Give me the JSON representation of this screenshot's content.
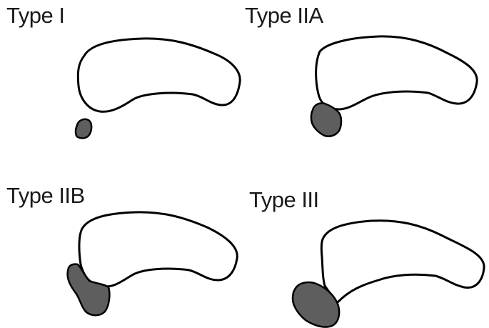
{
  "figure": {
    "panels": [
      {
        "label": "Type I",
        "lesion": "small separate nodule below outline"
      },
      {
        "label": "Type IIA",
        "lesion": "nodule abutting lower-left of outline"
      },
      {
        "label": "Type IIB",
        "lesion": "elongated mass along lower-left of outline"
      },
      {
        "label": "Type III",
        "lesion": "oval mass attached at lower-left end of outline"
      }
    ],
    "colors": {
      "lesion_fill": "#5e5e5e",
      "outline_stroke": "#000000",
      "background": "#ffffff"
    }
  }
}
